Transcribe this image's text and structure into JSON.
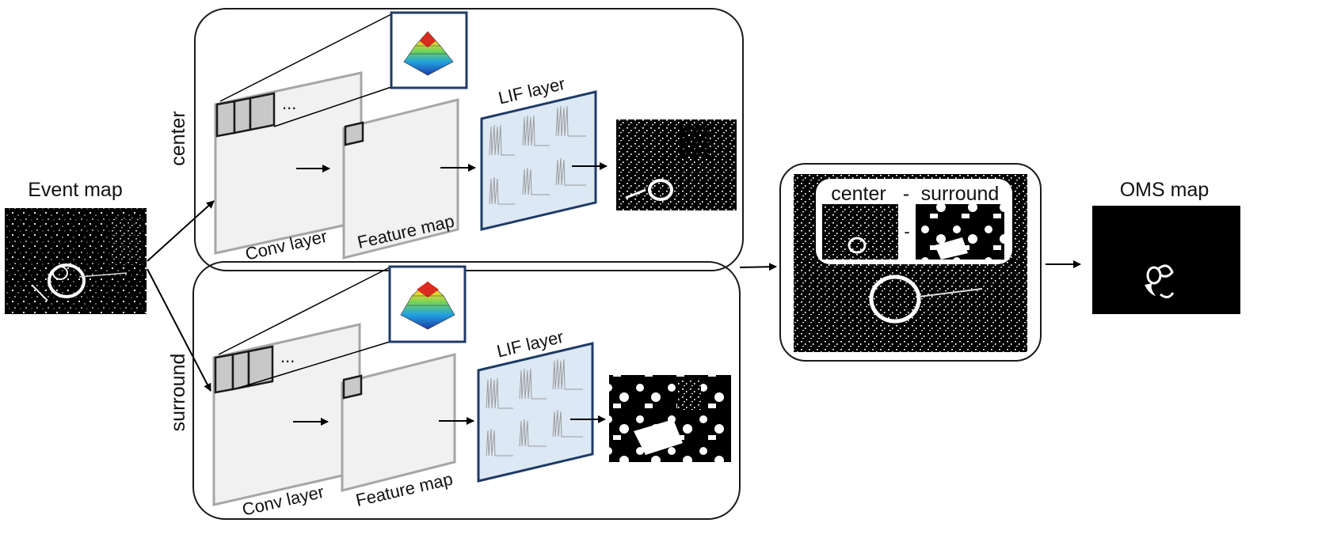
{
  "labels": {
    "event_map": "Event map",
    "center": "center",
    "surround": "surround",
    "conv_layer": "Conv layer",
    "feature_map": "Feature map",
    "lif_layer": "LIF layer",
    "ellipsis": "...",
    "center_minus_surround_center": "center",
    "center_minus_surround_minus": "-",
    "center_minus_surround_surround": "surround",
    "oms_map": "OMS map"
  },
  "colors": {
    "panel_border": "#1a1a1a",
    "plane_fill": "#f1f1f1",
    "plane_border": "#a6a6a6",
    "lif_fill": "#dce8f4",
    "lif_border": "#1f3b66",
    "inset_border": "#1f3b66"
  }
}
